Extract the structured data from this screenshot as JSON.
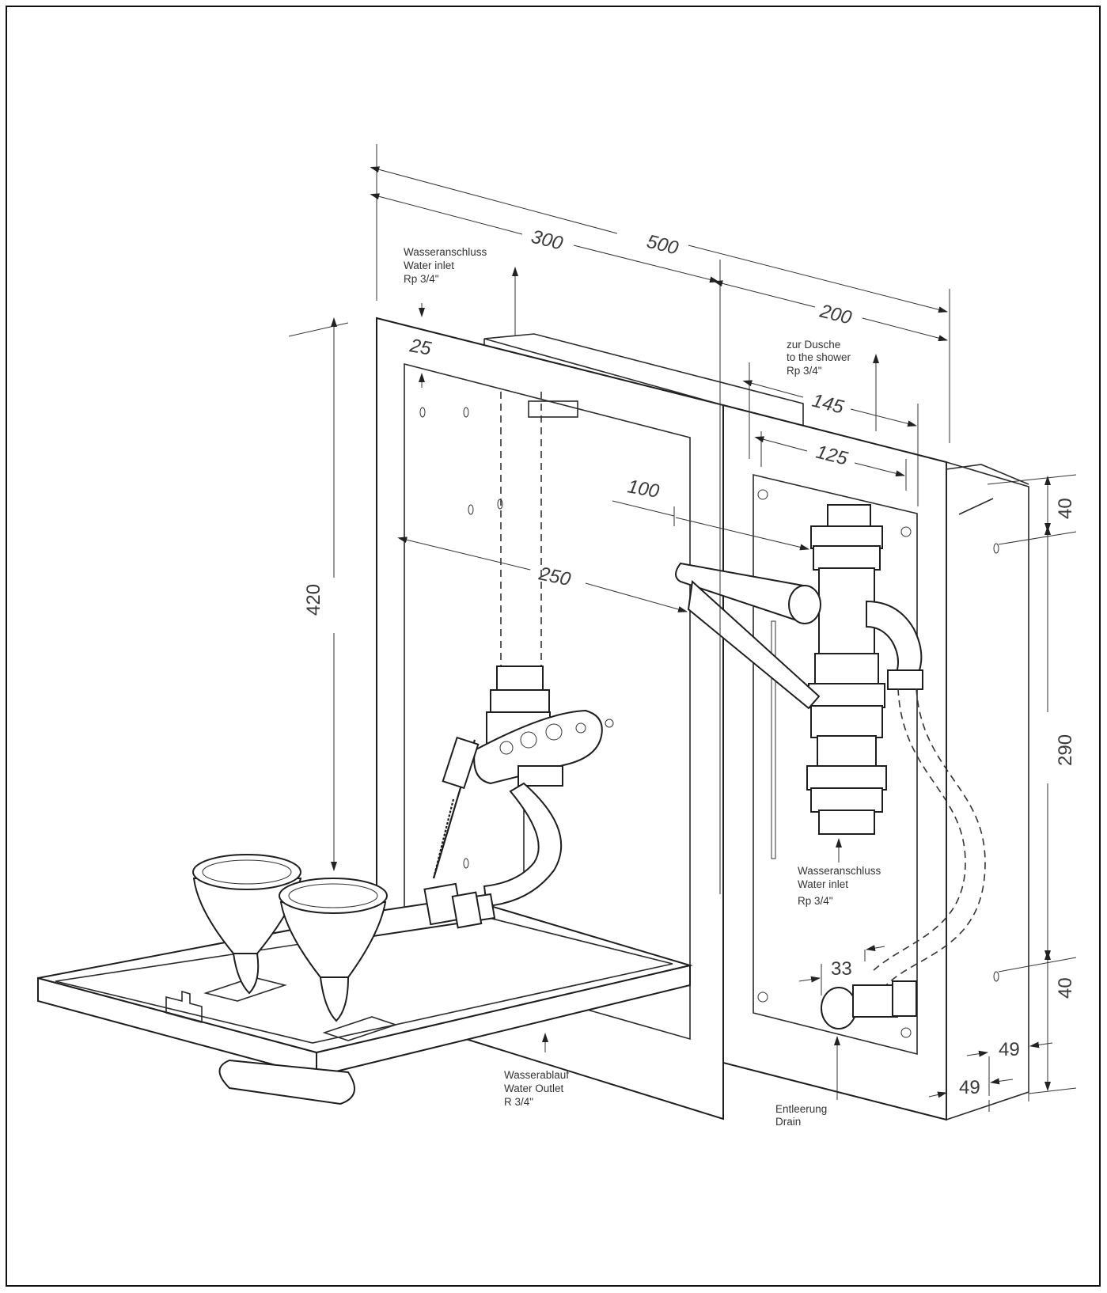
{
  "dimensions": {
    "d500": "500",
    "d300": "300",
    "d200": "200",
    "d145": "145",
    "d125": "125",
    "d100": "100",
    "d250": "250",
    "d25": "25",
    "d420": "420",
    "d290": "290",
    "d40_top": "40",
    "d40_bottom": "40",
    "d33": "33",
    "d49_upper": "49",
    "d49_lower": "49"
  },
  "labels": {
    "water_inlet_top": [
      "Wasseranschluss",
      "Water inlet",
      "Rp 3/4\""
    ],
    "to_shower": [
      "zur Dusche",
      "to the shower",
      "Rp 3/4\""
    ],
    "water_inlet_right": [
      "Wasseranschluss",
      "Water inlet",
      "Rp 3/4\""
    ],
    "water_outlet": [
      "Wasserablauf",
      "Water Outlet",
      "R 3/4\""
    ],
    "drain": [
      "Entleerung",
      "Drain"
    ]
  }
}
